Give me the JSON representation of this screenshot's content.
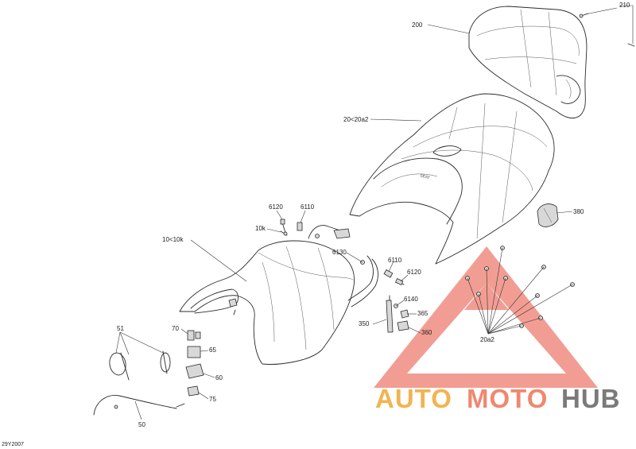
{
  "diagram": {
    "labels": [
      {
        "id": "200",
        "text": "200"
      },
      {
        "id": "210",
        "text": "210"
      },
      {
        "id": "20_20a2",
        "text": "20<20a2"
      },
      {
        "id": "6120a",
        "text": "6120"
      },
      {
        "id": "6110a",
        "text": "6110"
      },
      {
        "id": "10k",
        "text": "10k"
      },
      {
        "id": "10_10k",
        "text": "10<10k"
      },
      {
        "id": "6130",
        "text": "6130"
      },
      {
        "id": "6110b",
        "text": "6110"
      },
      {
        "id": "6120b",
        "text": "6120"
      },
      {
        "id": "6140",
        "text": "6140"
      },
      {
        "id": "365",
        "text": "365"
      },
      {
        "id": "350",
        "text": "350"
      },
      {
        "id": "360",
        "text": "360"
      },
      {
        "id": "380",
        "text": "380"
      },
      {
        "id": "20a2",
        "text": "20a2"
      },
      {
        "id": "51",
        "text": "51"
      },
      {
        "id": "70",
        "text": "70"
      },
      {
        "id": "65",
        "text": "65"
      },
      {
        "id": "60",
        "text": "60"
      },
      {
        "id": "75",
        "text": "75"
      },
      {
        "id": "50",
        "text": "50"
      }
    ],
    "figure_code": "29Y2007"
  },
  "watermark": {
    "auto": "AUTO",
    "moto": "MOTO",
    "hub": "HUB",
    "colors": {
      "auto": "#f2b450",
      "moto": "#f0886f",
      "hub": "#7a7a7a",
      "triangle": "#f08c80"
    }
  }
}
